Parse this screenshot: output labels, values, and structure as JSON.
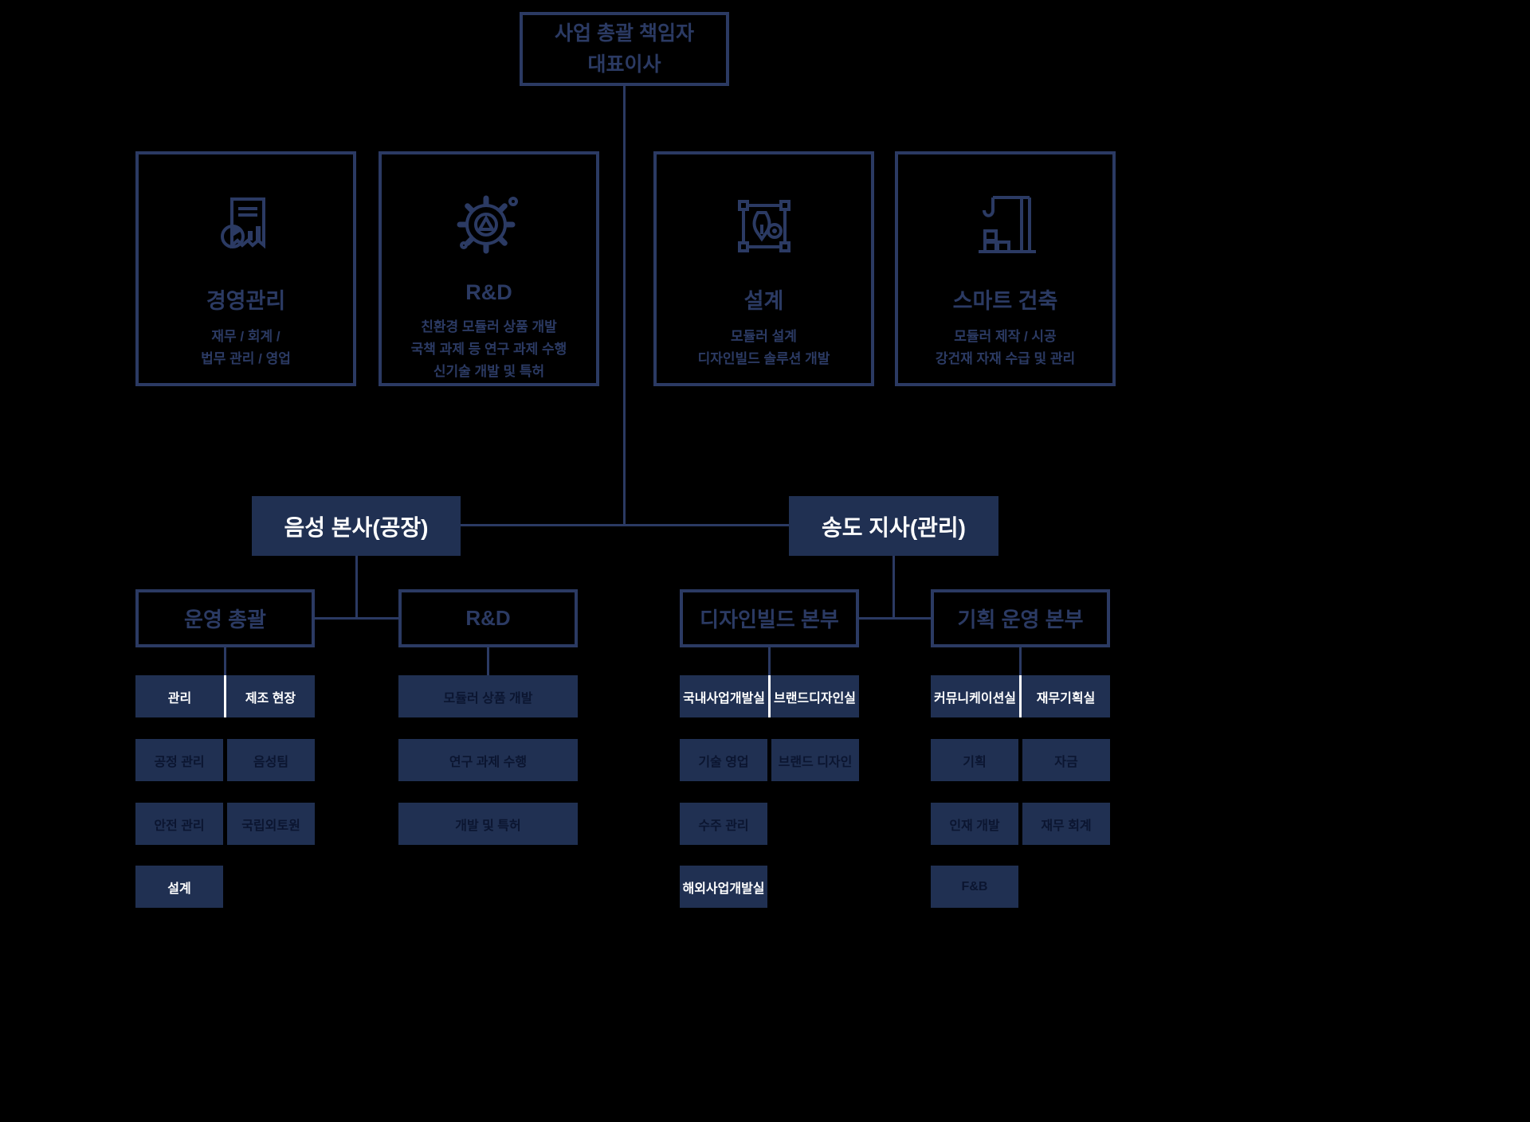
{
  "colors": {
    "background": "#000000",
    "navy": "#2b3a63",
    "navyFill": "#203052",
    "darkText": "#0b1530",
    "white": "#ffffff"
  },
  "ceo": {
    "line1": "사업 총괄 책임자",
    "line2": "대표이사"
  },
  "departments": [
    {
      "icon": "report-chart-icon",
      "title": "경영관리",
      "desc": [
        "재무 / 회계 /",
        "법무 관리 / 영업"
      ]
    },
    {
      "icon": "rnd-gear-icon",
      "title": "R&D",
      "desc": [
        "친환경 모듈러 상품 개발",
        "국책 과제 등 연구 과제 수행",
        "신기술 개발 및 특허"
      ]
    },
    {
      "icon": "blueprint-design-icon",
      "title": "설계",
      "desc": [
        "모듈러 설계",
        "디자인빌드 솔루션 개발"
      ]
    },
    {
      "icon": "construction-crane-icon",
      "title": "스마트 건축",
      "desc": [
        "모듈러 제작 / 시공",
        "강건재 자재 수급 및 관리"
      ]
    }
  ],
  "sites": {
    "left": "음성 본사(공장)",
    "right": "송도 지사(관리)"
  },
  "divisions": {
    "operations": {
      "title": "운영 총괄",
      "row1": {
        "left": "관리",
        "right": "제조 현장"
      },
      "row2": {
        "left": "공정 관리",
        "right": "음성팀"
      },
      "row3": {
        "left": "안전 관리",
        "right": "국립외토원"
      },
      "row4": "설계"
    },
    "rnd": {
      "title": "R&D",
      "rows": [
        "모듈러 상품 개발",
        "연구 과제 수행",
        "개발 및 특허"
      ]
    },
    "designbuild": {
      "title": "디자인빌드 본부",
      "row1": {
        "left": "국내사업개발실",
        "right": "브랜드디자인실"
      },
      "row2": {
        "left": "기술 영업",
        "right": "브랜드 디자인"
      },
      "row3": "수주 관리",
      "row4": "해외사업개발실"
    },
    "planning": {
      "title": "기획 운영 본부",
      "row1": {
        "left": "커뮤니케이션실",
        "right": "재무기획실"
      },
      "row2": {
        "left": "기획",
        "right": "자금"
      },
      "row3": {
        "left": "인재 개발",
        "right": "재무 회계"
      },
      "row4": "F&B"
    }
  }
}
